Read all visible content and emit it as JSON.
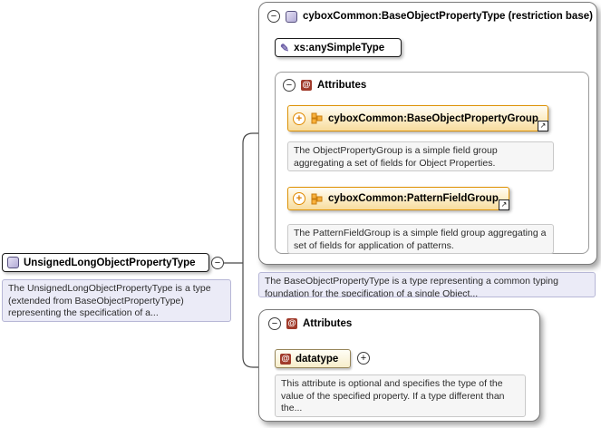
{
  "icons": {
    "collapse": "−",
    "expand": "+",
    "attribute": "@",
    "pencil": "✎",
    "reference": "↗"
  },
  "colors": {
    "group_accent": "#de9204",
    "doc_lavender": "#ebebf7",
    "attribute_icon": "#a03a2a",
    "type_icon": "#b2aad5"
  },
  "main_type": {
    "name": "UnsignedLongObjectPropertyType",
    "doc": "The UnsignedLongObjectPropertyType is a type (extended from BaseObjectPropertyType) representing the specification of a..."
  },
  "base_type_panel": {
    "title": "cyboxCommon:BaseObjectPropertyType (restriction base)",
    "simple_type": "xs:anySimpleType",
    "attributes_title": "Attributes",
    "groups": [
      {
        "name": "cyboxCommon:BaseObjectPropertyGroup",
        "doc": "The ObjectPropertyGroup is a simple field group aggregating a set of fields for Object Properties."
      },
      {
        "name": "cyboxCommon:PatternFieldGroup",
        "doc": "The PatternFieldGroup is a simple field group aggregating a set of fields for application of patterns."
      }
    ],
    "doc": "The BaseObjectPropertyType is a type representing a common typing foundation for the specification of a single Object..."
  },
  "attributes_panel": {
    "title": "Attributes",
    "attribute_name": "datatype",
    "attribute_doc": "This attribute is optional and specifies the type of the value of the specified property. If a type different than the..."
  }
}
